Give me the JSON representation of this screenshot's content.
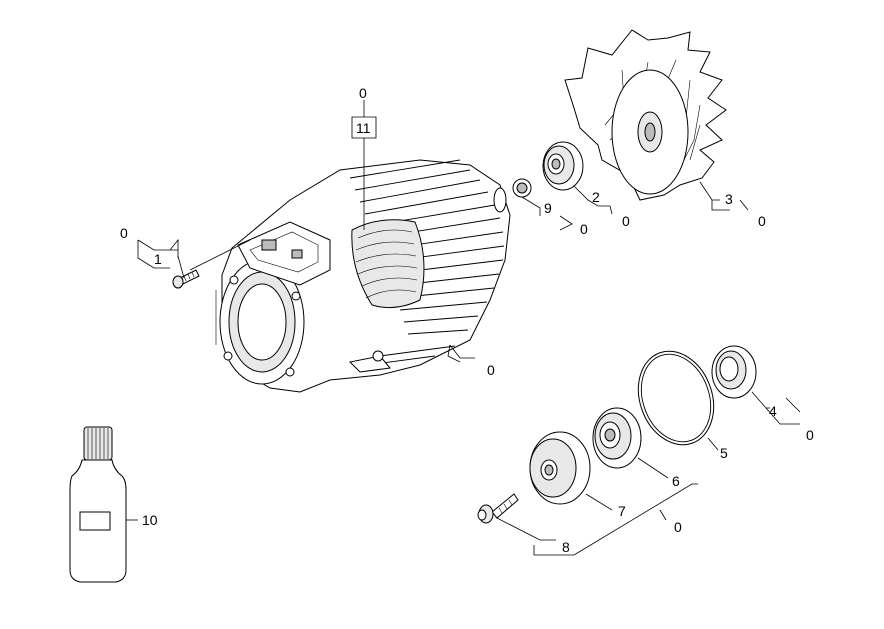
{
  "callouts": {
    "c0_motor_top": "0",
    "c11": "11",
    "c0_screw": "0",
    "c1": "1",
    "c9": "9",
    "c0_9": "0",
    "c2": "2",
    "c0_2": "0",
    "c3": "3",
    "c0_3": "0",
    "c0_base": "0",
    "c4": "4",
    "c0_4": "0",
    "c5": "5",
    "c6": "6",
    "c7": "7",
    "c0_group": "0",
    "c8": "8",
    "c10": "10"
  }
}
